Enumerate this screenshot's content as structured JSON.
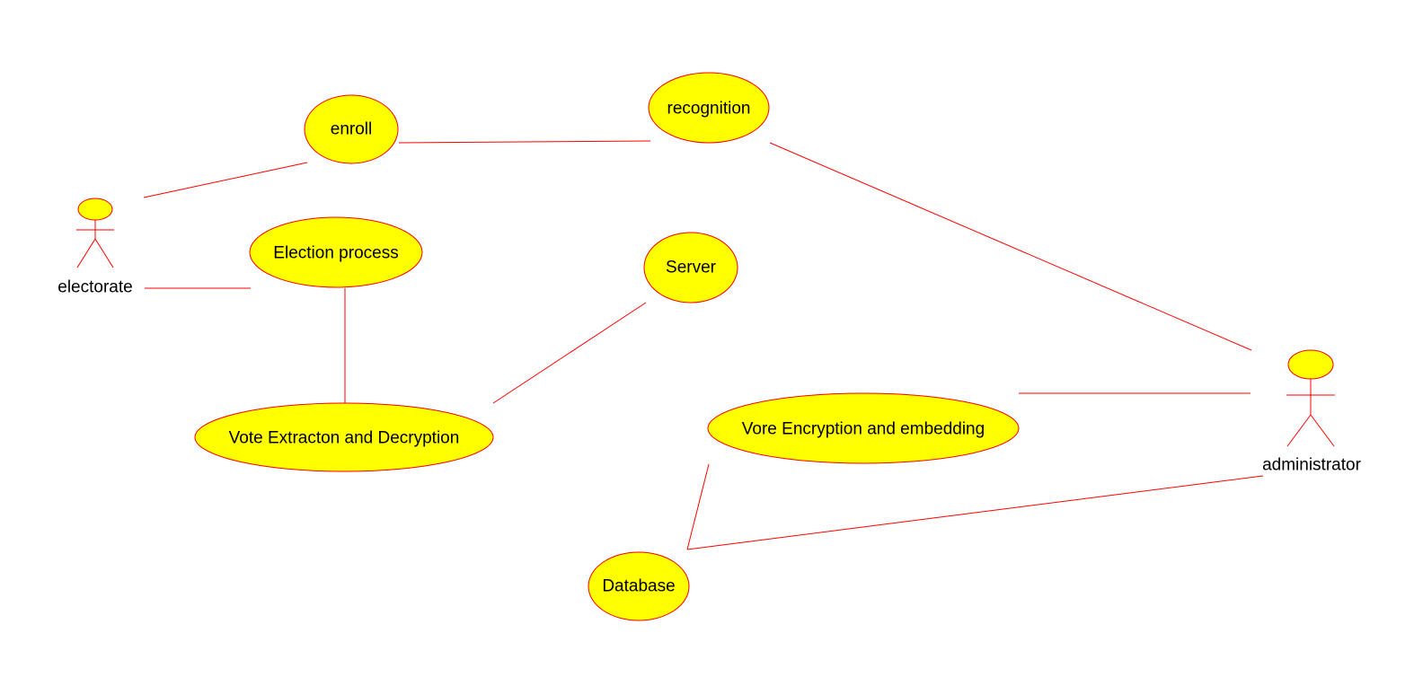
{
  "diagram": {
    "type": "uml-use-case",
    "colors": {
      "fill": "#ffff00",
      "stroke": "#ff0000",
      "text": "#000000",
      "background": "#ffffff"
    },
    "actors": {
      "electorate": "electorate",
      "administrator": "administrator"
    },
    "usecases": {
      "enroll": "enroll",
      "recognition": "recognition",
      "election_process": "Election process",
      "server": "Server",
      "vote_extraction": "Vote Extracton and Decryption",
      "vote_encryption": "Vore Encryption and embedding",
      "database": "Database"
    },
    "associations": [
      [
        "electorate",
        "enroll"
      ],
      [
        "enroll",
        "recognition"
      ],
      [
        "recognition",
        "administrator"
      ],
      [
        "electorate",
        "election_process"
      ],
      [
        "election_process",
        "vote_extraction"
      ],
      [
        "vote_extraction",
        "server"
      ],
      [
        "vote_encryption",
        "administrator"
      ],
      [
        "vote_encryption",
        "database"
      ],
      [
        "database",
        "administrator"
      ]
    ]
  }
}
